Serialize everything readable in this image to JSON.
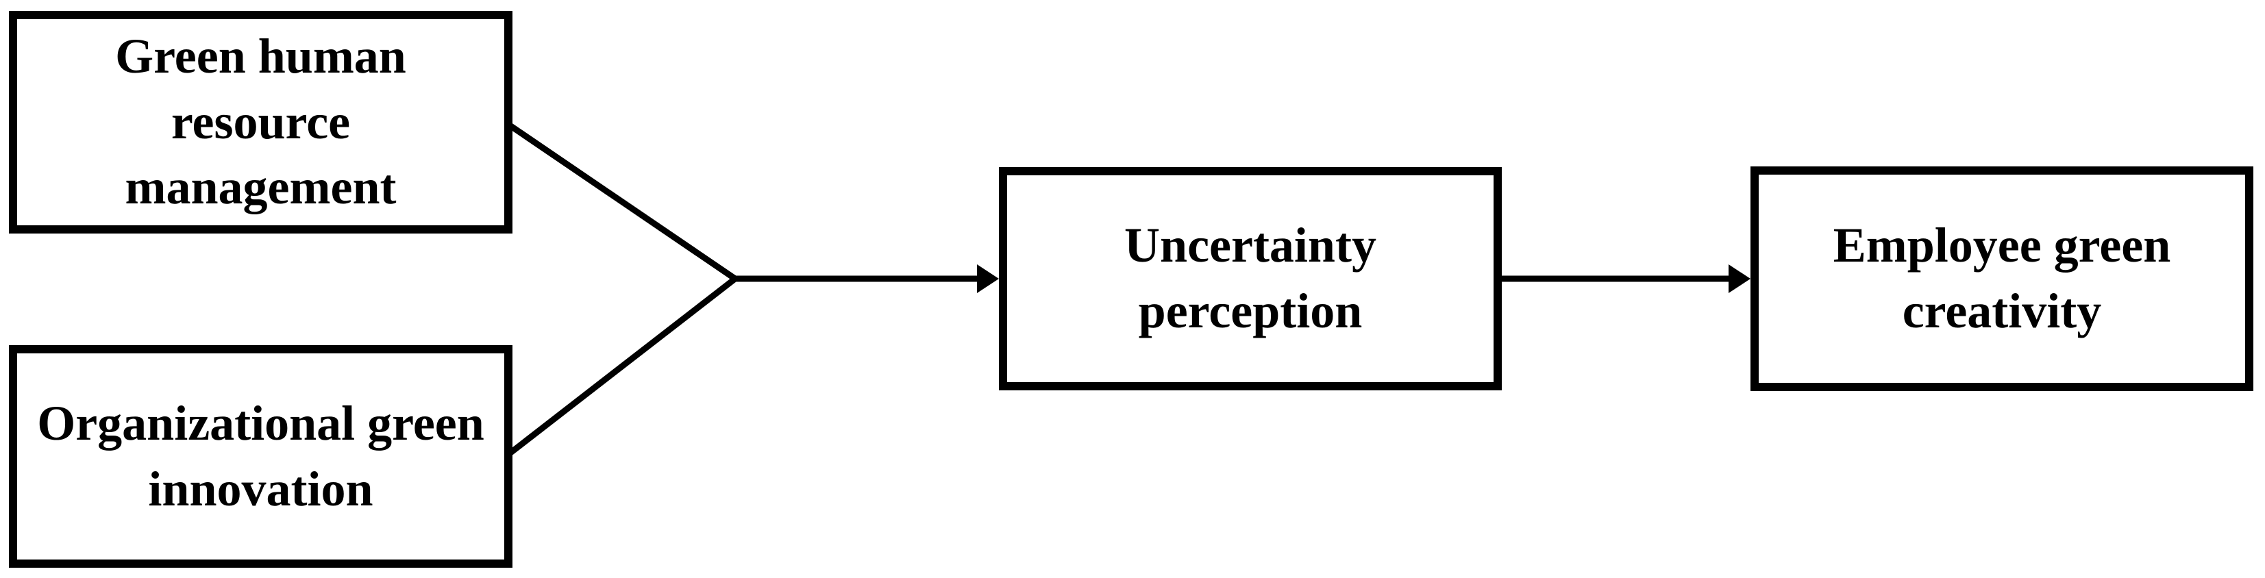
{
  "diagram": {
    "background_color": "#ffffff",
    "stroke_color": "#000000",
    "nodes": [
      {
        "id": "ghrm",
        "label": "Green human resource\nmanagement"
      },
      {
        "id": "ogi",
        "label": "Organizational green\ninnovation"
      },
      {
        "id": "up",
        "label": "Uncertainty perception"
      },
      {
        "id": "egc",
        "label": "Employee green\ncreativity"
      }
    ],
    "edges": [
      {
        "from": "ghrm",
        "to": "up",
        "type": "merging-line-to-arrow"
      },
      {
        "from": "ogi",
        "to": "up",
        "type": "merging-line-to-arrow"
      },
      {
        "from": "up",
        "to": "egc",
        "type": "arrow"
      }
    ]
  }
}
